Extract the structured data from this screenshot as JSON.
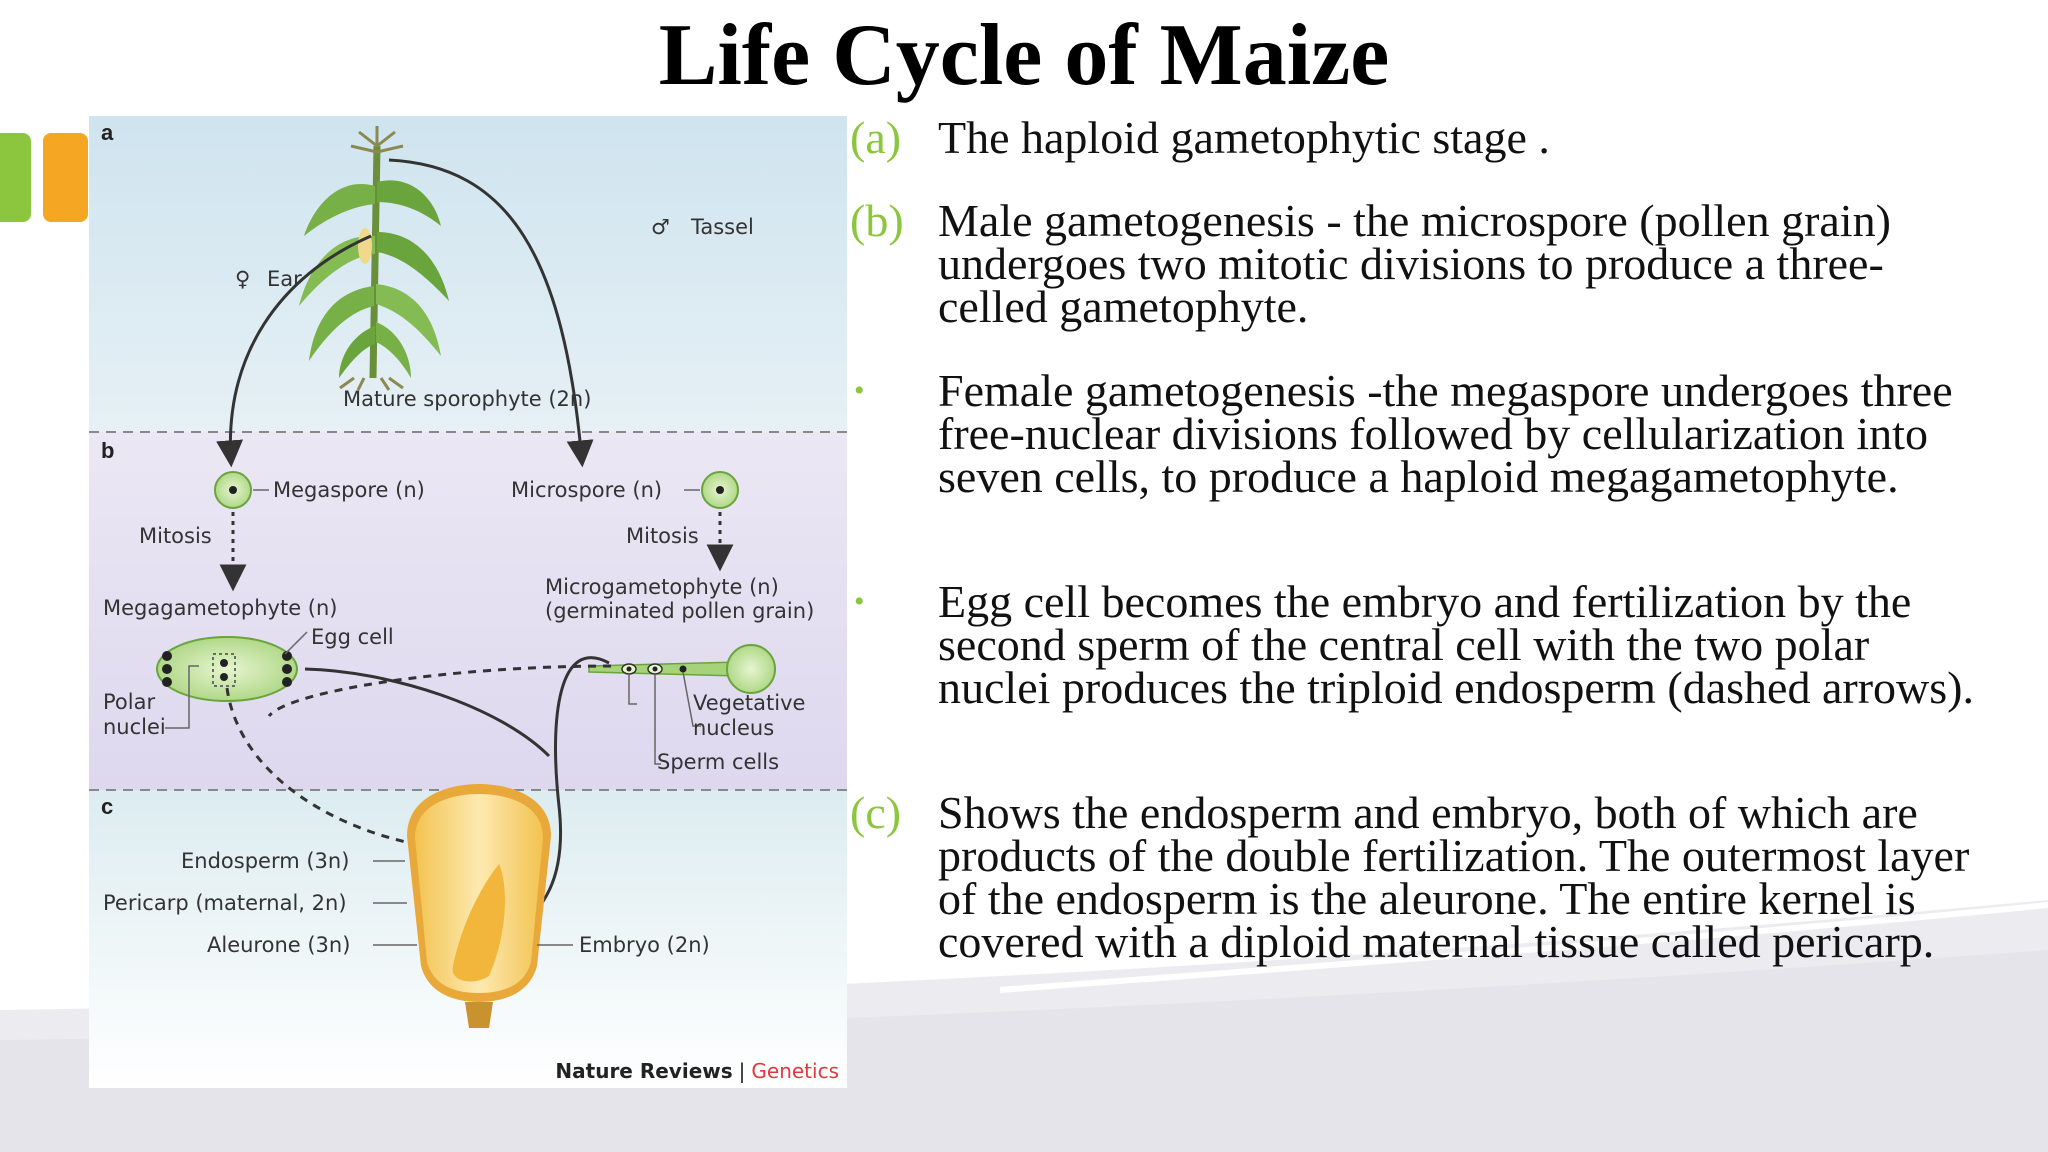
{
  "title": "Life Cycle of Maize",
  "colors": {
    "accent_green": "#8cc63f",
    "accent_orange": "#f5a623",
    "genetics_red": "#e03a3e"
  },
  "figure": {
    "panel_labels": [
      "a",
      "b",
      "c"
    ],
    "panel_a": {
      "tassel": "Tassel",
      "ear": "Ear",
      "sporophyte": "Mature sporophyte (2n)"
    },
    "panel_b": {
      "megaspore": "Megaspore (n)",
      "microspore": "Microspore (n)",
      "mitosis": "Mitosis",
      "megagametophyte": "Megagametophyte (n)",
      "microgametophyte_1": "Microgametophyte (n)",
      "microgametophyte_2": "(germinated pollen grain)",
      "egg_cell": "Egg cell",
      "polar_1": "Polar",
      "polar_2": "nuclei",
      "vegetative_1": "Vegetative",
      "vegetative_2": "nucleus",
      "sperm_cells": "Sperm cells"
    },
    "panel_c": {
      "endosperm": "Endosperm (3n)",
      "pericarp": "Pericarp (maternal, 2n)",
      "aleurone": "Aleurone (3n)",
      "embryo": "Embryo (2n)"
    },
    "credit_journal": "Nature Reviews",
    "credit_separator": "|",
    "credit_section": "Genetics"
  },
  "items": [
    {
      "marker": "(a)",
      "text": "The haploid gametophytic stage ."
    },
    {
      "marker": "(b)",
      "text": "Male gametogenesis - the microspore (pollen grain) undergoes two mitotic divisions to produce a three-celled gametophyte."
    },
    {
      "marker": "•",
      "text": "Female gametogenesis -the megaspore undergoes three free-nuclear divisions followed by cellularization into seven cells, to produce a haploid megagametophyte."
    },
    {
      "marker": "•",
      "text": "Egg cell becomes the embryo and fertilization by the second sperm of the central cell with the two polar nuclei produces the triploid endosperm (dashed arrows)."
    },
    {
      "marker": "(c)",
      "text": "Shows the endosperm and embryo, both of which are products of the double fertilization. The outermost layer of the endosperm is the aleurone. The entire kernel is covered with a diploid maternal tissue called pericarp."
    }
  ]
}
